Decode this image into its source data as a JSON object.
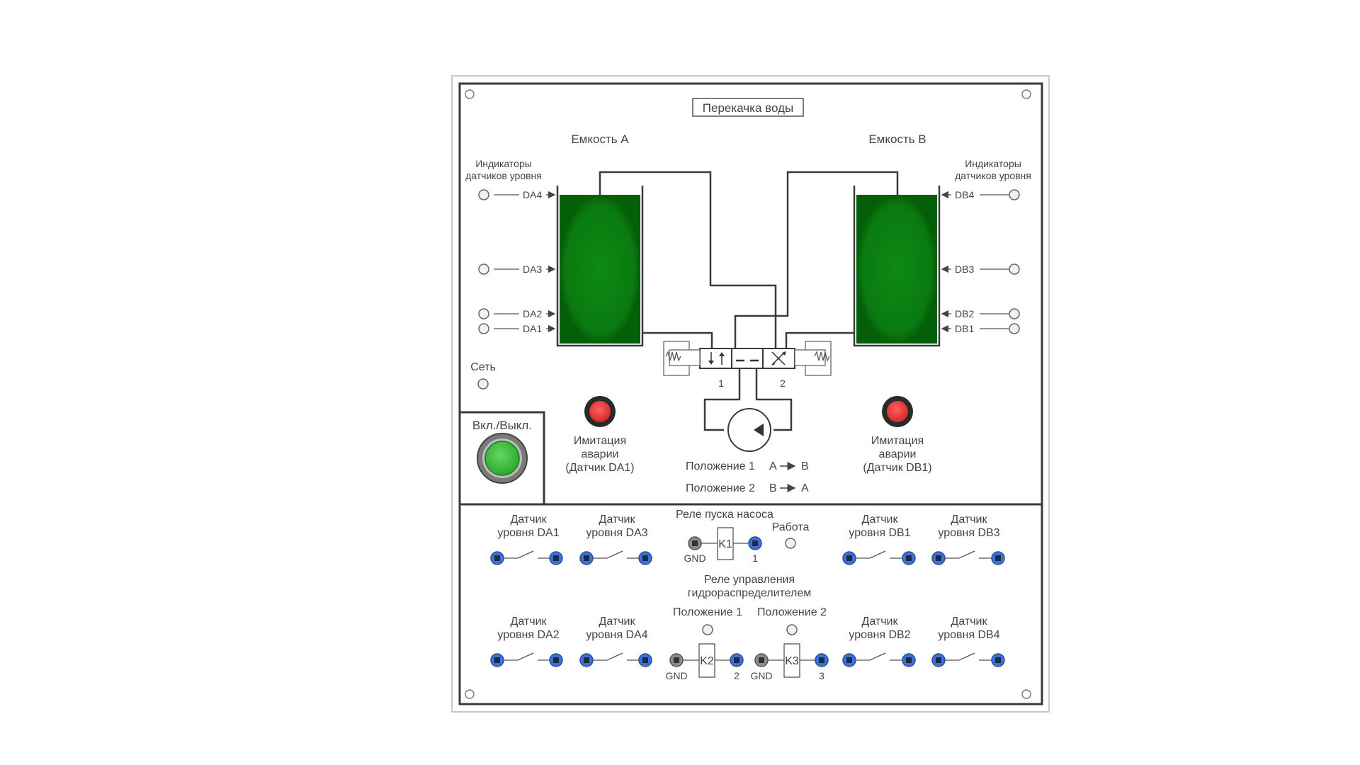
{
  "panel": {
    "title": "Перекачка воды",
    "tank_a": {
      "label": "Емкость А",
      "indicators_caption_line1": "Индикаторы",
      "indicators_caption_line2": "датчиков уровня",
      "sensors": [
        "DA4",
        "DA3",
        "DA2",
        "DA1"
      ],
      "level_fill_fraction": 1.0
    },
    "tank_b": {
      "label": "Емкость В",
      "indicators_caption_line1": "Индикаторы",
      "indicators_caption_line2": "датчиков уровня",
      "sensors": [
        "DB4",
        "DB3",
        "DB2",
        "DB1"
      ],
      "level_fill_fraction": 1.0
    },
    "valve": {
      "pos1_number": "1",
      "pos2_number": "2"
    },
    "network_label": "Сеть",
    "power_button_label": "Вкл./Выкл.",
    "alarm_a": {
      "line1": "Имитация",
      "line2": "аварии",
      "line3": "(Датчик DA1)"
    },
    "alarm_b": {
      "line1": "Имитация",
      "line2": "аварии",
      "line3": "(Датчик DB1)"
    },
    "positions": {
      "pos1_label": "Положение 1",
      "pos1_from": "А",
      "pos1_to": "В",
      "pos2_label": "Положение 2",
      "pos2_from": "В",
      "pos2_to": "А"
    }
  },
  "lower": {
    "sensor_da1": {
      "line1": "Датчик",
      "line2": "уровня DA1"
    },
    "sensor_da3": {
      "line1": "Датчик",
      "line2": "уровня DA3"
    },
    "sensor_db1": {
      "line1": "Датчик",
      "line2": "уровня DB1"
    },
    "sensor_db3": {
      "line1": "Датчик",
      "line2": "уровня DB3"
    },
    "sensor_da2": {
      "line1": "Датчик",
      "line2": "уровня DA2"
    },
    "sensor_da4": {
      "line1": "Датчик",
      "line2": "уровня DA4"
    },
    "sensor_db2": {
      "line1": "Датчик",
      "line2": "уровня DB2"
    },
    "sensor_db4": {
      "line1": "Датчик",
      "line2": "уровня DB4"
    },
    "pump_relay": {
      "title": "Реле пуска насоса",
      "work_label": "Работа",
      "coil": "K1",
      "gnd": "GND",
      "terminal": "1"
    },
    "valve_relay": {
      "title_line1": "Реле управления",
      "title_line2": "гидрораспределителем",
      "pos1_label": "Положение 1",
      "pos2_label": "Положение 2",
      "coil_a": "K2",
      "coil_b": "K3",
      "gnd": "GND",
      "terminal_a": "2",
      "terminal_b": "3"
    }
  },
  "colors": {
    "tank_fill": "#0a7d12",
    "alarm_red": "#e23636",
    "power_green": "#3cb83c",
    "jack_blue": "#3c72d6"
  }
}
